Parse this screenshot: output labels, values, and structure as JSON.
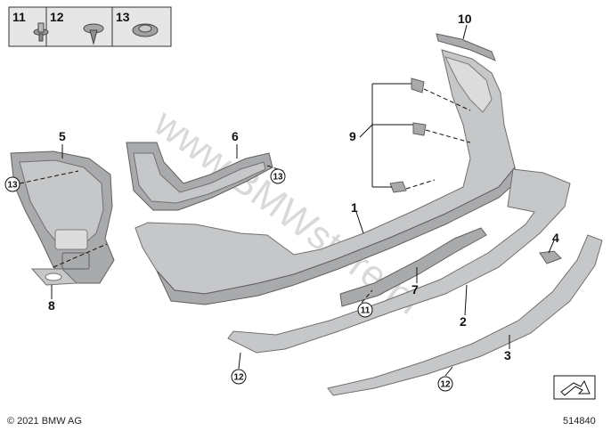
{
  "legend": {
    "items": [
      {
        "num": "11",
        "icon": "push-rivet-icon"
      },
      {
        "num": "12",
        "icon": "expanding-clip-icon"
      },
      {
        "num": "13",
        "icon": "speed-nut-icon"
      }
    ]
  },
  "labels": {
    "p1": "1",
    "p2": "2",
    "p3": "3",
    "p4": "4",
    "p5": "5",
    "p6": "6",
    "p7": "7",
    "p8": "8",
    "p9": "9",
    "p10": "10"
  },
  "callouts": {
    "c13_left": "13",
    "c13_mid": "13",
    "c11": "11",
    "c12_left": "12",
    "c12_right": "12"
  },
  "watermark": "www.BMWstore.pl",
  "copyright": "© 2021 BMW AG",
  "diagram_id": "514840"
}
